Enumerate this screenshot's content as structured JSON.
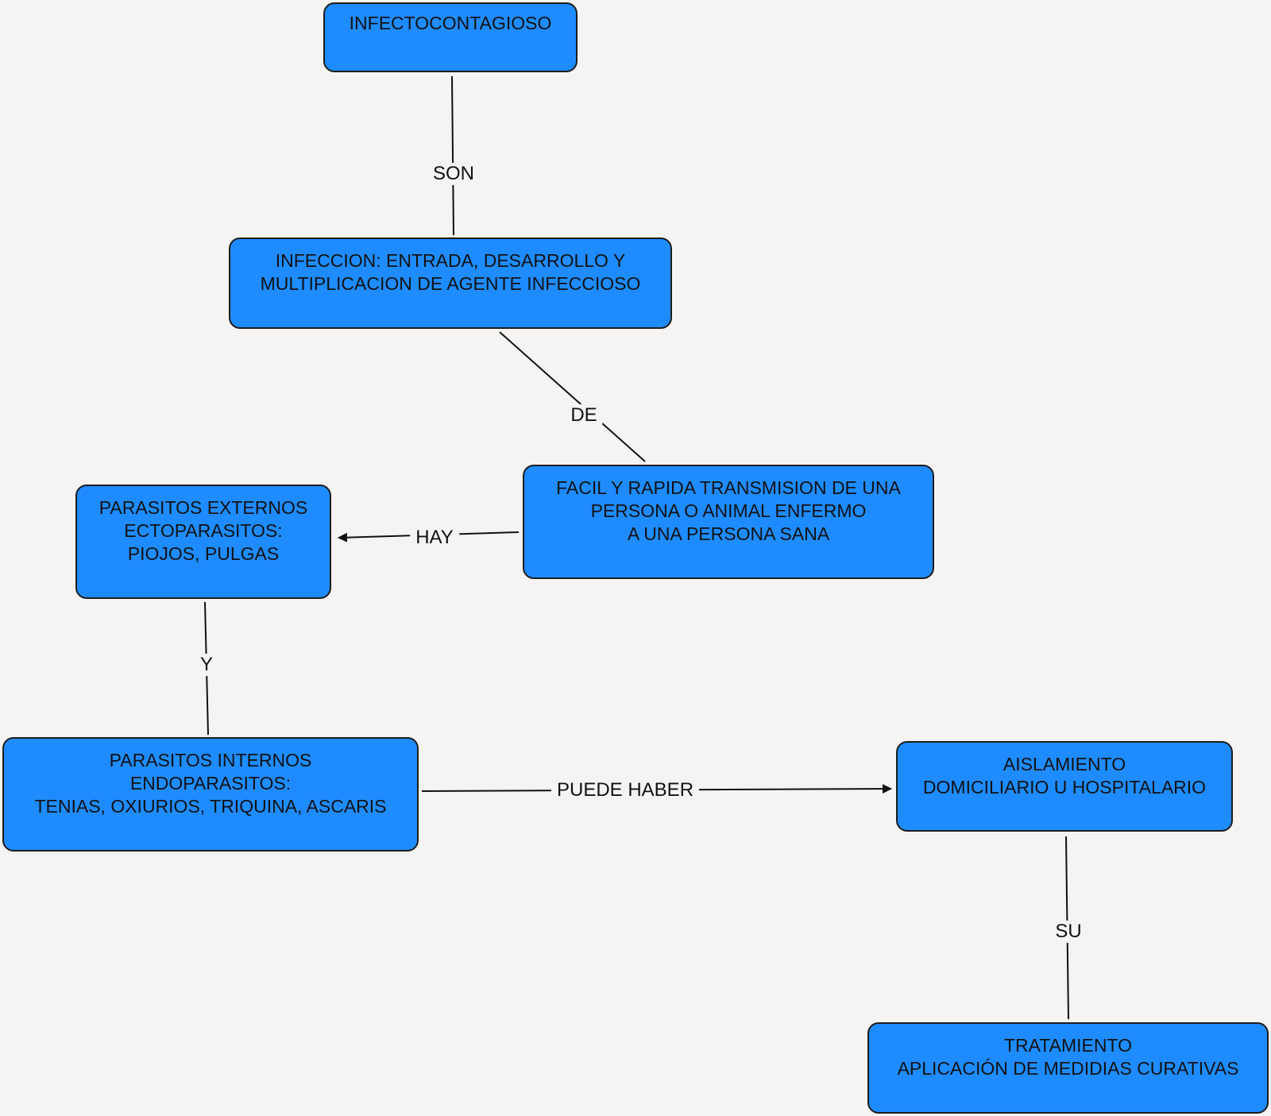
{
  "nodes": {
    "infectocontagioso": {
      "lines": [
        "INFECTOCONTAGIOSO"
      ]
    },
    "infeccion": {
      "lines": [
        "INFECCION: ENTRADA, DESARROLLO Y",
        "MULTIPLICACION DE AGENTE INFECCIOSO"
      ]
    },
    "transmision": {
      "lines": [
        "FACIL Y RAPIDA TRANSMISION DE UNA",
        "PERSONA O ANIMAL ENFERMO",
        "A UNA PERSONA SANA"
      ]
    },
    "externos": {
      "lines": [
        "PARASITOS EXTERNOS",
        "ECTOPARASITOS:",
        "PIOJOS, PULGAS"
      ]
    },
    "internos": {
      "lines": [
        "PARASITOS INTERNOS",
        "ENDOPARASITOS:",
        "TENIAS, OXIURIOS, TRIQUINA, ASCARIS"
      ]
    },
    "aislamiento": {
      "lines": [
        "AISLAMIENTO",
        "DOMICILIARIO U HOSPITALARIO"
      ]
    },
    "tratamiento": {
      "lines": [
        "TRATAMIENTO",
        "APLICACIÓN DE MEDIDIAS CURATIVAS"
      ]
    }
  },
  "links": {
    "son": "SON",
    "de": "DE",
    "hay": "HAY",
    "y": "Y",
    "puede_haber": "PUEDE HABER",
    "su": "SU"
  },
  "colors": {
    "node_fill": "#1e8cff",
    "node_border": "#1c1c1c",
    "background": "#f5f4f2",
    "line": "#111111"
  }
}
